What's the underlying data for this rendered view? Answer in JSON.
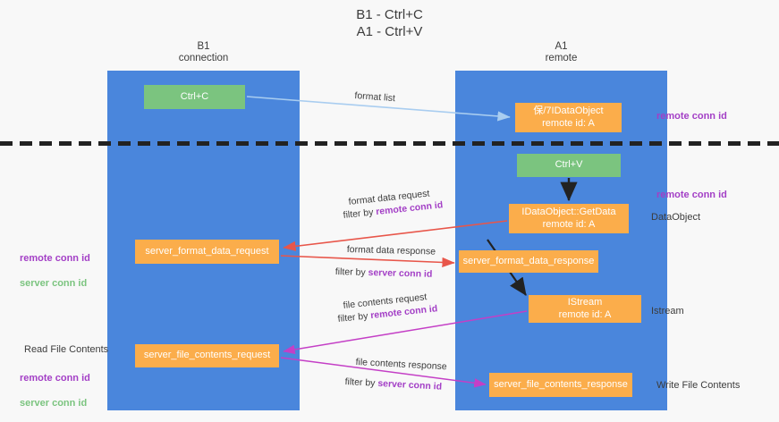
{
  "title": "B1 - Ctrl+C\nA1 - Ctrl+V",
  "columns": {
    "left": {
      "header": "B1\nconnection"
    },
    "right": {
      "header": "A1\nremote"
    }
  },
  "nodes": {
    "ctrl_c": {
      "label": "Ctrl+C",
      "color": "#7bc47f"
    },
    "idataobject": {
      "label": "保/7IDataObject\nremote id: A",
      "color": "#fbad4b"
    },
    "ctrl_v": {
      "label": "Ctrl+V",
      "color": "#7bc47f"
    },
    "getdata": {
      "label": "IDataObject::GetData\nremote id: A",
      "color": "#fbad4b"
    },
    "server_format_data_request": {
      "label": "server_format_data_request",
      "color": "#fbad4b"
    },
    "server_format_data_response": {
      "label": "server_format_data_response",
      "color": "#fbad4b"
    },
    "istream": {
      "label": "IStream\nremote id: A",
      "color": "#fbad4b"
    },
    "server_file_contents_request": {
      "label": "server_file_contents_request",
      "color": "#fbad4b"
    },
    "server_file_contents_response": {
      "label": "server_file_contents_response",
      "color": "#fbad4b"
    }
  },
  "edge_labels": {
    "format_list": "format list",
    "format_data_request": "format data request",
    "format_data_request_filter_prefix": "filter by ",
    "format_data_request_filter_value": "remote conn id",
    "format_data_response": "format data response",
    "format_data_response_filter_prefix": "filter by ",
    "format_data_response_filter_value": "server conn id",
    "file_contents_request": "file contents request",
    "file_contents_request_filter_prefix": "filter by ",
    "file_contents_request_filter_value": "remote conn id",
    "file_contents_response": "file contents response",
    "file_contents_response_filter_prefix": "filter by ",
    "file_contents_response_filter_value": "server conn id"
  },
  "side_labels": {
    "right_remote_conn_id_top": "remote conn id",
    "right_remote_conn_id_mid": "remote conn id",
    "right_dataobject": "DataObject",
    "right_istream": "Istream",
    "right_write_file_contents": "Write File Contents",
    "left_remote_conn_id": "remote conn id",
    "left_server_conn_id": "server conn id",
    "left_read_file_contents": "Read File Contents",
    "left_remote_conn_id_2": "remote conn id",
    "left_server_conn_id_2": "server conn id"
  },
  "colors": {
    "lane": "#4a86dc",
    "green": "#7bc47f",
    "orange": "#fbad4b",
    "remote_conn": "#a33fc6",
    "server_conn": "#7bc47f",
    "edge_blue": "#a9cdf0",
    "edge_red": "#e8564a",
    "edge_magenta": "#c43fc6",
    "edge_black": "#222222",
    "background": "#f8f8f8"
  }
}
